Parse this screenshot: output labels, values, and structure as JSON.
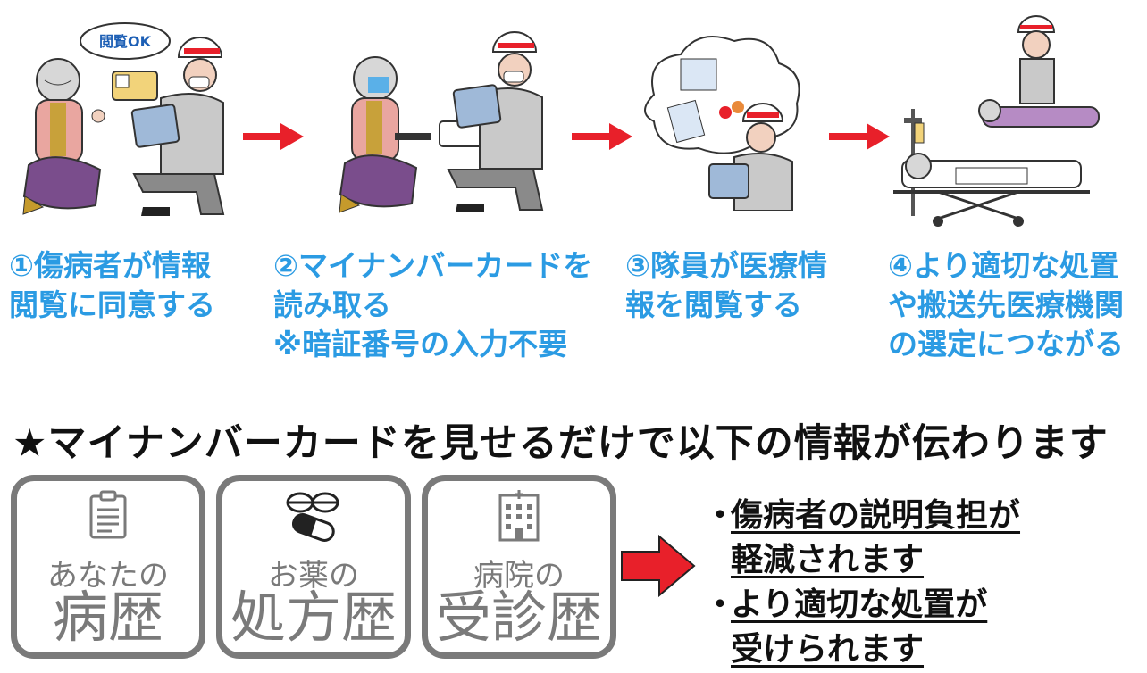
{
  "illustrations": {
    "bubble_label": "閲覧OK"
  },
  "steps": [
    {
      "lines": [
        "①傷病者が情報",
        "閲覧に同意する"
      ]
    },
    {
      "lines": [
        "②マイナンバーカードを",
        "読み取る",
        "※暗証番号の入力不要"
      ]
    },
    {
      "lines": [
        "③隊員が医療情",
        "報を閲覧する"
      ]
    },
    {
      "lines": [
        "④より適切な処置",
        "や搬送先医療機関",
        "の選定につながる"
      ]
    }
  ],
  "headline": "★マイナンバーカードを見せるだけで以下の情報が伝わります",
  "cards": [
    {
      "small": "あなたの",
      "big": "病歴",
      "icon": "clipboard-icon"
    },
    {
      "small": "お薬の",
      "big": "処方歴",
      "icon": "pills-icon"
    },
    {
      "small": "病院の",
      "big": "受診歴",
      "icon": "hospital-icon"
    }
  ],
  "benefits": [
    {
      "bullet": "・",
      "lines": [
        "傷病者の説明負担が",
        "軽減されます"
      ]
    },
    {
      "bullet": "・",
      "lines": [
        "より適切な処置が",
        "受けられます"
      ]
    }
  ],
  "colors": {
    "step_text": "#2b9be3",
    "arrow": "#e8202a",
    "card_border": "#7a7a7a"
  }
}
